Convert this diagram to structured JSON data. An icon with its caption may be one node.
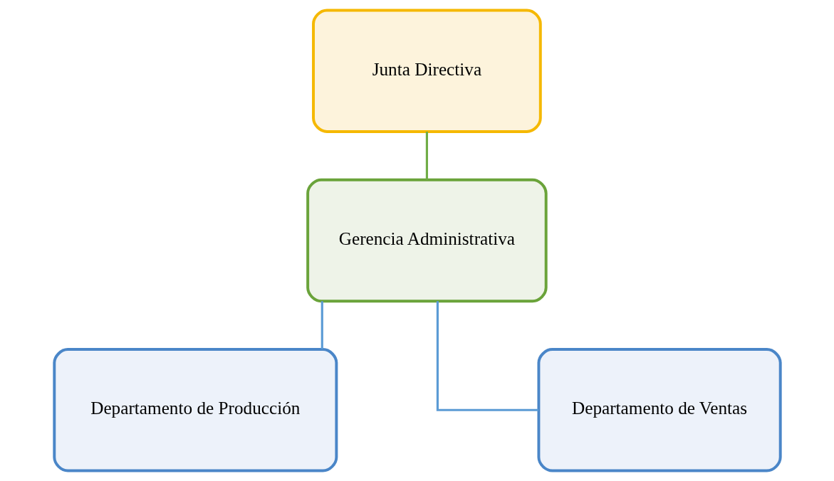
{
  "diagram": {
    "nodes": [
      {
        "text": [
          "Junta Directiva"
        ]
      },
      {
        "text": [
          "Gerencia Administrativa"
        ]
      },
      {
        "text": [
          "Departamento de Producción"
        ]
      },
      {
        "text": [
          "Departamento de Ventas"
        ]
      }
    ],
    "edges": [
      {
        "from": 0,
        "to": 1,
        "arrow": "none",
        "color": "#70ad47"
      },
      {
        "from": 1,
        "to": 2,
        "arrow": "none"
      },
      {
        "from": 1,
        "to": 3,
        "arrow": "none"
      }
    ]
  }
}
